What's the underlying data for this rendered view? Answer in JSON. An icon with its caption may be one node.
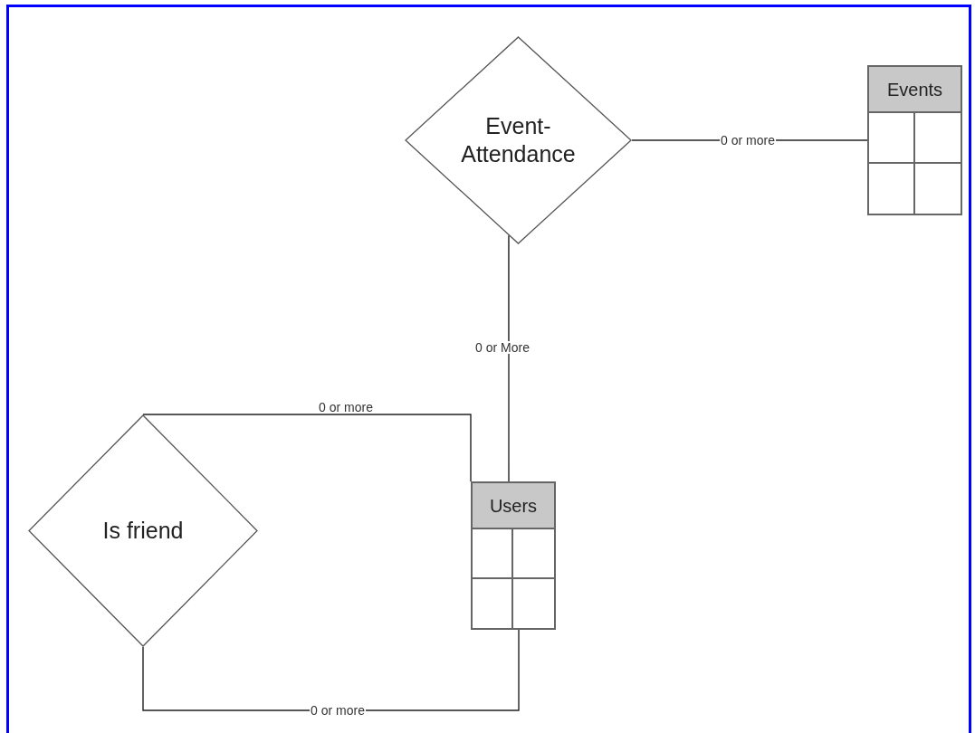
{
  "diagram": {
    "nodes": [
      {
        "text": [
          "Event-Attendance"
        ]
      },
      {
        "text": [
          "Events"
        ]
      },
      {
        "text": [
          "Is friend"
        ]
      },
      {
        "text": [
          "Users"
        ]
      }
    ],
    "edges": [
      {
        "from": 0,
        "to": 1,
        "arrow": "none",
        "label": "0 or more"
      },
      {
        "from": 0,
        "to": 3,
        "arrow": "none",
        "label": "0 or More"
      },
      {
        "from": 2,
        "to": 3,
        "arrow": "none",
        "label": "0 or more"
      },
      {
        "from": 2,
        "to": 3,
        "arrow": "none",
        "label": "0 or more"
      }
    ]
  }
}
